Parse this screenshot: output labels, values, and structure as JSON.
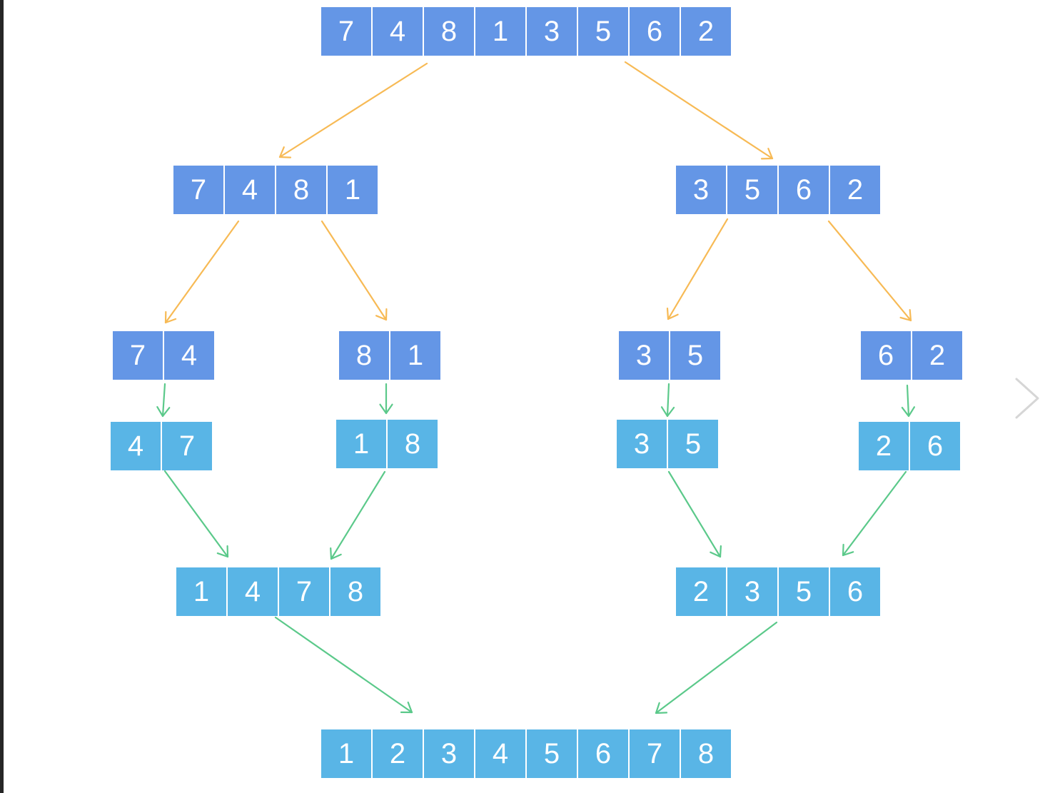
{
  "colors": {
    "split_cell": "#6496E6",
    "merge_cell": "#59B5E6",
    "split_arrow": "#F7BA55",
    "merge_arrow": "#5BC98A",
    "cell_text": "#FFFFFF",
    "chevron": "#D6D6D6"
  },
  "icons": {
    "next": "chevron-right-icon"
  },
  "arrays": {
    "input": [
      "7",
      "4",
      "8",
      "1",
      "3",
      "5",
      "6",
      "2"
    ],
    "split_left": [
      "7",
      "4",
      "8",
      "1"
    ],
    "split_right": [
      "3",
      "5",
      "6",
      "2"
    ],
    "split_ll": [
      "7",
      "4"
    ],
    "split_lr": [
      "8",
      "1"
    ],
    "split_rl": [
      "3",
      "5"
    ],
    "split_rr": [
      "6",
      "2"
    ],
    "sorted_ll": [
      "4",
      "7"
    ],
    "sorted_lr": [
      "1",
      "8"
    ],
    "sorted_rl": [
      "3",
      "5"
    ],
    "sorted_rr": [
      "2",
      "6"
    ],
    "merged_left": [
      "1",
      "4",
      "7",
      "8"
    ],
    "merged_right": [
      "2",
      "3",
      "5",
      "6"
    ],
    "output": [
      "1",
      "2",
      "3",
      "4",
      "5",
      "6",
      "7",
      "8"
    ]
  }
}
